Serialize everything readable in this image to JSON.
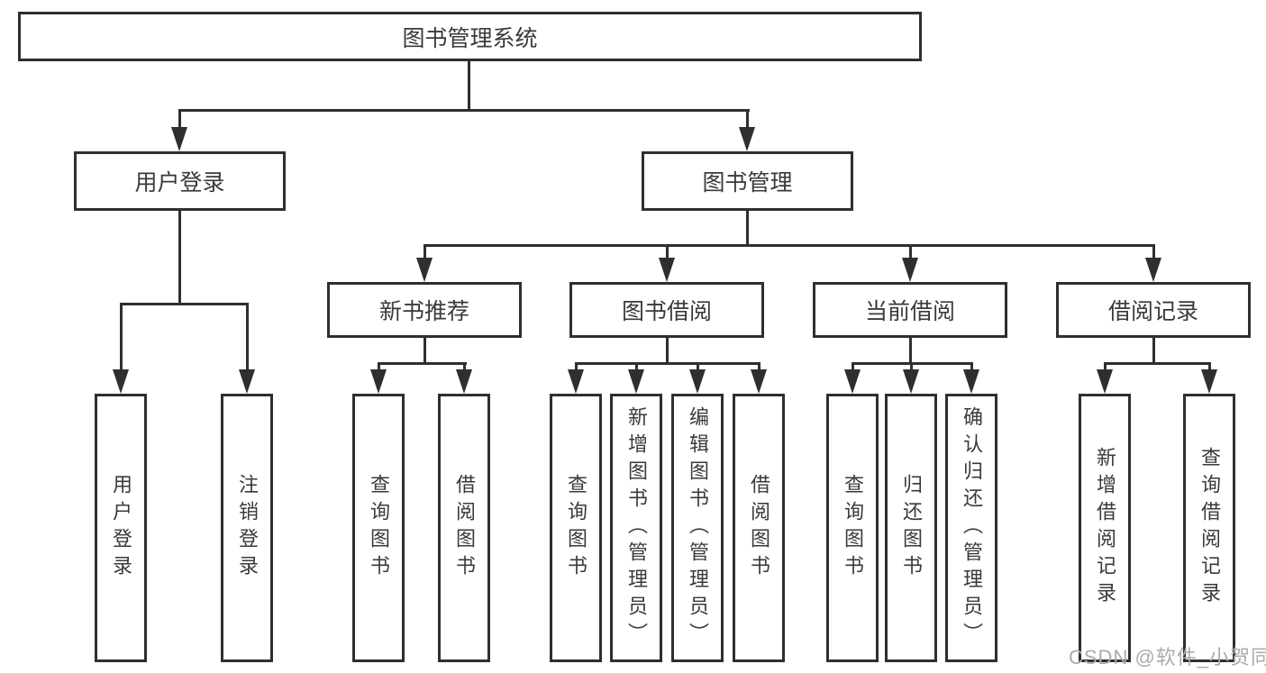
{
  "nodes": {
    "root": {
      "label": "图书管理系统"
    },
    "user_login": {
      "label": "用户登录"
    },
    "book_management": {
      "label": "图书管理"
    },
    "new_book_recommend": {
      "label": "新书推荐"
    },
    "book_borrowing": {
      "label": "图书借阅"
    },
    "current_borrowing": {
      "label": "当前借阅"
    },
    "borrowing_records": {
      "label": "借阅记录"
    },
    "leaf_user_login": {
      "label": "用户登录"
    },
    "leaf_logout": {
      "label": "注销登录"
    },
    "leaf_nbr_query_books": {
      "label": "查询图书"
    },
    "leaf_nbr_borrow_books": {
      "label": "借阅图书"
    },
    "leaf_bb_query_books": {
      "label": "查询图书"
    },
    "leaf_bb_add_books": {
      "label": "新增图书（管理员）"
    },
    "leaf_bb_edit_books": {
      "label": "编辑图书（管理员）"
    },
    "leaf_bb_borrow_books": {
      "label": "借阅图书"
    },
    "leaf_cb_query_books": {
      "label": "查询图书"
    },
    "leaf_cb_return_books": {
      "label": "归还图书"
    },
    "leaf_cb_confirm_return": {
      "label": "确认归还（管理员）"
    },
    "leaf_br_add_record": {
      "label": "新增借阅记录"
    },
    "leaf_br_query_record": {
      "label": "查询借阅记录"
    }
  },
  "hierarchy": {
    "图书管理系统": {
      "用户登录": [
        "用户登录",
        "注销登录"
      ],
      "图书管理": {
        "新书推荐": [
          "查询图书",
          "借阅图书"
        ],
        "图书借阅": [
          "查询图书",
          "新增图书（管理员）",
          "编辑图书（管理员）",
          "借阅图书"
        ],
        "当前借阅": [
          "查询图书",
          "归还图书",
          "确认归还（管理员）"
        ],
        "借阅记录": [
          "新增借阅记录",
          "查询借阅记录"
        ]
      }
    }
  },
  "watermark": {
    "text": "CSDN @软件_小贺同学"
  },
  "colors": {
    "line": "#2f2f2f",
    "border": "#2f2f2f",
    "text": "#3a3a3a",
    "watermark": "#ababab",
    "background": "#ffffff"
  }
}
